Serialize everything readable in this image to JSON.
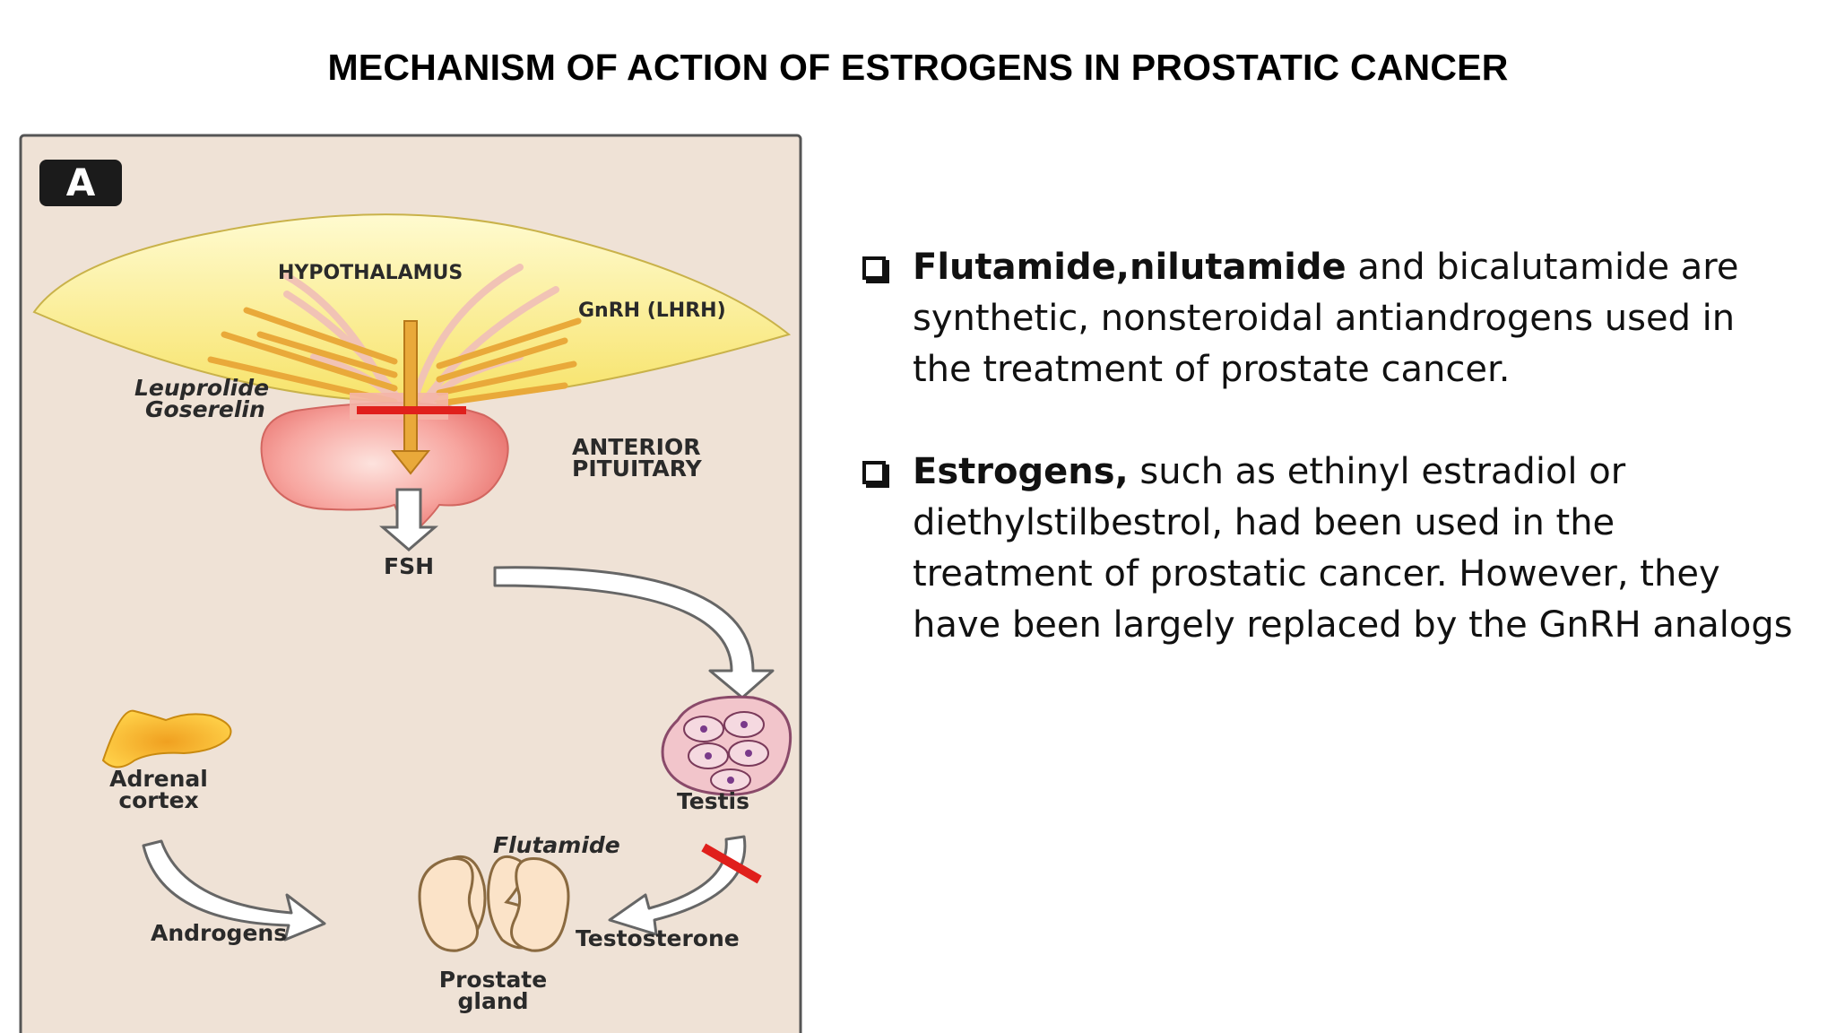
{
  "title": "MECHANISM OF ACTION OF ESTROGENS IN PROSTATIC CANCER",
  "figure": {
    "panel_label": "A",
    "labels": {
      "hypothalamus": "HYPOTHALAMUS",
      "gnrh": "GnRH (LHRH)",
      "leuprolide": "Leuprolide",
      "goserelin": "Goserelin",
      "anterior": "ANTERIOR",
      "pituitary": "PITUITARY",
      "fsh": "FSH",
      "adrenal": "Adrenal",
      "cortex": "cortex",
      "testis": "Testis",
      "flutamide": "Flutamide",
      "androgens": "Androgens",
      "testosterone": "Testosterone",
      "prostate": "Prostate",
      "gland": "gland"
    }
  },
  "bullets": [
    {
      "bold": "Flutamide,nilutamide",
      "lines": [
        " and bicalutamide are",
        "synthetic, nonsteroidal antiandrogens used in",
        "the treatment of prostate cancer."
      ]
    },
    {
      "bold": "Estrogens,",
      "lines": [
        " such as ethinyl estradiol or",
        "diethylstilbestrol, had been used in the",
        "treatment of prostatic cancer. However, they",
        "have been largely replaced by the GnRH analogs"
      ]
    }
  ]
}
